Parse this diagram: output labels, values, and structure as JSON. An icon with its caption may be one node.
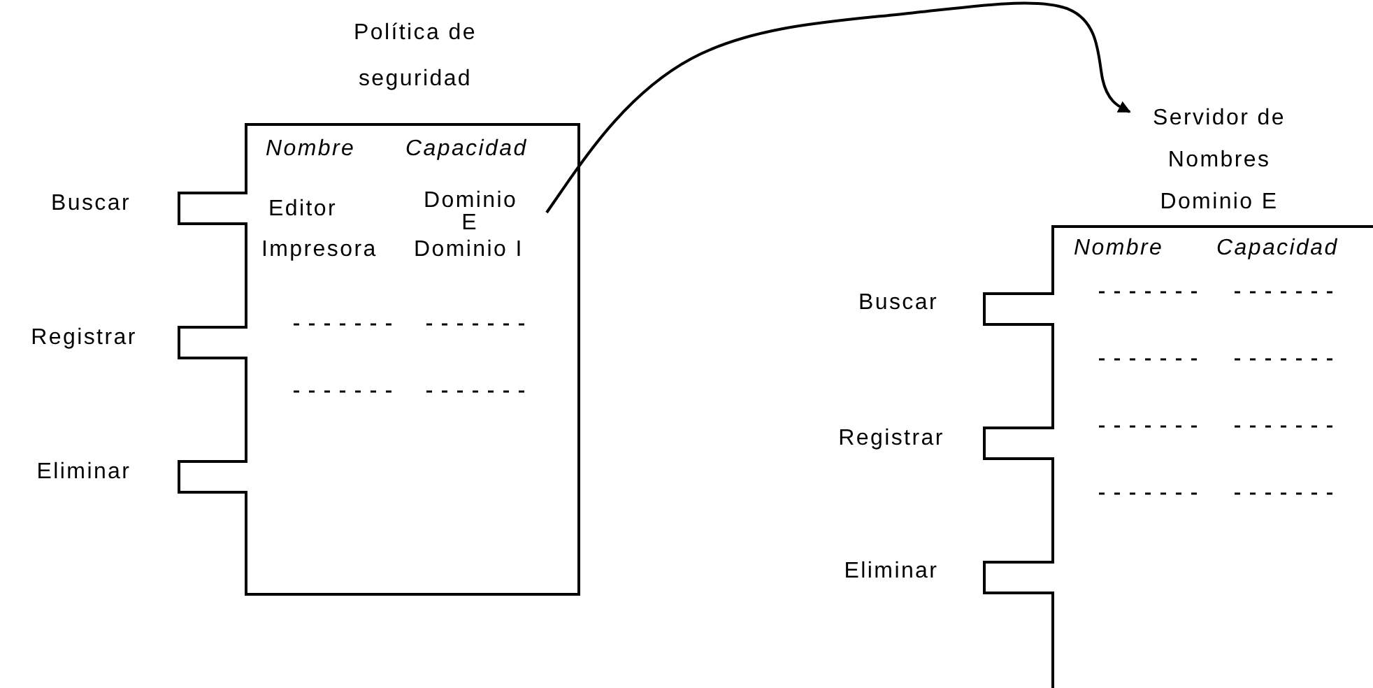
{
  "diagram": {
    "nodes": [
      {
        "text": [
          "Política de seguridad"
        ]
      },
      {
        "text": [
          "Dominio E"
        ],
        "in": 0
      },
      {
        "text": [],
        "shape": "box",
        "beside": [
          "Buscar"
        ]
      },
      {
        "text": [],
        "shape": "box",
        "beside": [
          "Registrar"
        ]
      },
      {
        "text": [],
        "shape": "box",
        "beside": [
          "Eliminar"
        ]
      },
      {
        "text": [
          "Servidor de Nombres Dominio E"
        ]
      },
      {
        "text": [],
        "shape": "box",
        "beside": [
          "Buscar"
        ]
      },
      {
        "text": [],
        "shape": "box",
        "beside": [
          "Registrar"
        ]
      },
      {
        "text": [],
        "shape": "box",
        "beside": [
          "Eliminar"
        ]
      }
    ],
    "edges": [
      {
        "from": 1,
        "to": 5,
        "arrow": "to"
      }
    ],
    "labels": [
      "Nombre",
      "Capacidad",
      "Editor",
      "Impresora",
      "Dominio I",
      "Nombre",
      "Capacidad"
    ]
  }
}
